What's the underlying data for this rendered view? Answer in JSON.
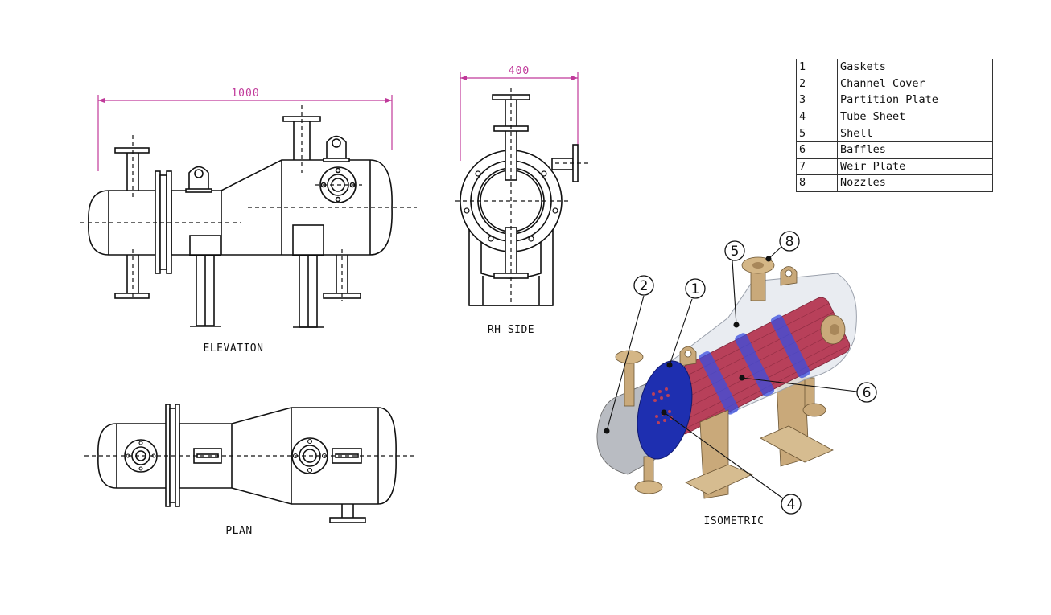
{
  "views": {
    "elevation": {
      "label": "ELEVATION",
      "dimension": "1000"
    },
    "rh_side": {
      "label": "RH SIDE",
      "dimension": "400"
    },
    "plan": {
      "label": "PLAN"
    },
    "isometric": {
      "label": "ISOMETRIC",
      "balloons": [
        "2",
        "1",
        "5",
        "8",
        "6",
        "4"
      ]
    }
  },
  "parts_list": [
    {
      "no": "1",
      "name": "Gaskets"
    },
    {
      "no": "2",
      "name": "Channel Cover"
    },
    {
      "no": "3",
      "name": "Partition Plate"
    },
    {
      "no": "4",
      "name": "Tube Sheet"
    },
    {
      "no": "5",
      "name": "Shell"
    },
    {
      "no": "6",
      "name": "Baffles"
    },
    {
      "no": "7",
      "name": "Weir Plate"
    },
    {
      "no": "8",
      "name": "Nozzles"
    }
  ],
  "colors": {
    "dimension": "#c0399a",
    "tube_bundle": "#b8405a",
    "tube_sheet": "#1e2fb0",
    "bronze": "#c9a97a",
    "shell": "#dfe3ea"
  }
}
